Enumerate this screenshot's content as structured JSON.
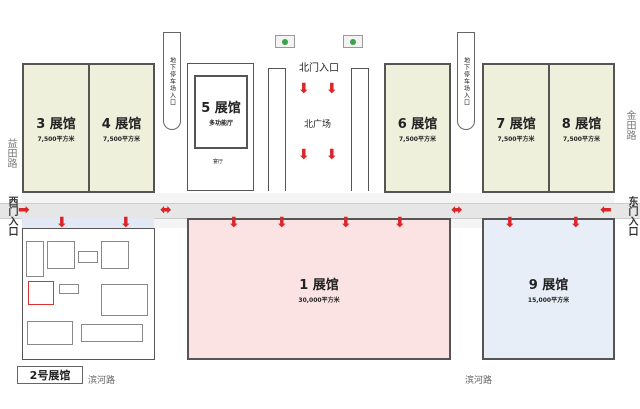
{
  "halls": {
    "h3": {
      "name": "3 展馆",
      "area": "7,500平方米"
    },
    "h4": {
      "name": "4 展馆",
      "area": "7,500平方米"
    },
    "h5": {
      "name": "5 展馆",
      "sub": "多功能厅",
      "extra": "宴厅"
    },
    "h6": {
      "name": "6 展馆",
      "area": "7,500平方米"
    },
    "h7": {
      "name": "7 展馆",
      "area": "7,500平方米"
    },
    "h8": {
      "name": "8 展馆",
      "area": "7,500平方米"
    },
    "h1": {
      "name": "1 展馆",
      "area": "30,000平方米"
    },
    "h9": {
      "name": "9 展馆",
      "area": "15,000平方米"
    },
    "h2": {
      "name": "2号展馆"
    }
  },
  "parking_entrance": "地下停车场入口",
  "north_gate": "北门入口",
  "north_plaza": "北广场",
  "west_gate": "西门入口",
  "east_gate": "东门入口",
  "roads": {
    "west": "益田路",
    "east": "金田路",
    "south": "滨河路"
  },
  "colors": {
    "small_halls": "#eef0dc",
    "hall1": "#fbe3e3",
    "hall9": "#e8eef8",
    "arrows": "#d9262a",
    "exit_sign": "#3aa34a"
  }
}
